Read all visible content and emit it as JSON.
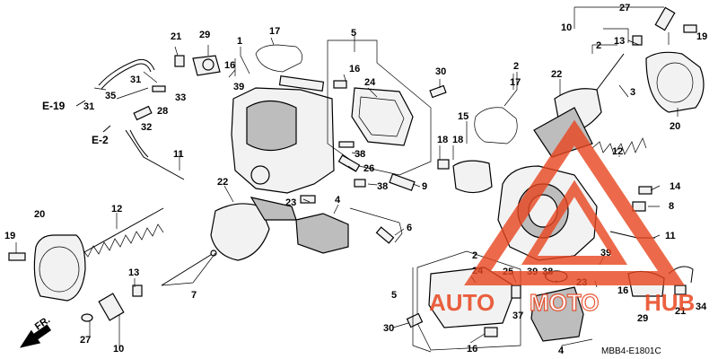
{
  "diagram_code": "MBB4-E1801C",
  "direction_label": "FR.",
  "watermark": {
    "text_auto": "AUTO",
    "text_moto": "MOTO",
    "text_hub": "HUB",
    "color": "#e8461f"
  },
  "reference_labels": [
    "E-19",
    "E-2"
  ],
  "callouts": [
    {
      "id": "c1",
      "text": "21"
    },
    {
      "id": "c2",
      "text": "29"
    },
    {
      "id": "c3",
      "text": "1"
    },
    {
      "id": "c4",
      "text": "17"
    },
    {
      "id": "c5",
      "text": "5"
    },
    {
      "id": "c6",
      "text": "16"
    },
    {
      "id": "c7",
      "text": "24"
    },
    {
      "id": "c8",
      "text": "30"
    },
    {
      "id": "c9",
      "text": "2"
    },
    {
      "id": "c10",
      "text": "17"
    },
    {
      "id": "c11",
      "text": "22"
    },
    {
      "id": "c12",
      "text": "27"
    },
    {
      "id": "c13",
      "text": "10"
    },
    {
      "id": "c14",
      "text": "2"
    },
    {
      "id": "c15",
      "text": "13"
    },
    {
      "id": "c16",
      "text": "19"
    },
    {
      "id": "c17",
      "text": "3"
    },
    {
      "id": "c18",
      "text": "20"
    },
    {
      "id": "c19",
      "text": "16"
    },
    {
      "id": "c20",
      "text": "31"
    },
    {
      "id": "c21",
      "text": "33"
    },
    {
      "id": "c22",
      "text": "39"
    },
    {
      "id": "c23",
      "text": "35"
    },
    {
      "id": "c24",
      "text": "31"
    },
    {
      "id": "c25",
      "text": "28"
    },
    {
      "id": "c26",
      "text": "32"
    },
    {
      "id": "c27",
      "text": "11"
    },
    {
      "id": "c28",
      "text": "15"
    },
    {
      "id": "c29",
      "text": "18"
    },
    {
      "id": "c30",
      "text": "18"
    },
    {
      "id": "c31",
      "text": "12"
    },
    {
      "id": "c32",
      "text": "38"
    },
    {
      "id": "c33",
      "text": "26"
    },
    {
      "id": "c34",
      "text": "38"
    },
    {
      "id": "c35",
      "text": "9"
    },
    {
      "id": "c36",
      "text": "22"
    },
    {
      "id": "c37",
      "text": "23"
    },
    {
      "id": "c38",
      "text": "4"
    },
    {
      "id": "c39",
      "text": "6"
    },
    {
      "id": "c40",
      "text": "14"
    },
    {
      "id": "c41",
      "text": "8"
    },
    {
      "id": "c42",
      "text": "11"
    },
    {
      "id": "c43",
      "text": "20"
    },
    {
      "id": "c44",
      "text": "12"
    },
    {
      "id": "c45",
      "text": "19"
    },
    {
      "id": "c46",
      "text": "13"
    },
    {
      "id": "c47",
      "text": "7"
    },
    {
      "id": "c48",
      "text": "2"
    },
    {
      "id": "c49",
      "text": "24"
    },
    {
      "id": "c50",
      "text": "25"
    },
    {
      "id": "c51",
      "text": "39"
    },
    {
      "id": "c52",
      "text": "38"
    },
    {
      "id": "c53",
      "text": "23"
    },
    {
      "id": "c54",
      "text": "39"
    },
    {
      "id": "c55",
      "text": "16"
    },
    {
      "id": "c56",
      "text": "5"
    },
    {
      "id": "c57",
      "text": "37"
    },
    {
      "id": "c58",
      "text": "21"
    },
    {
      "id": "c59",
      "text": "34"
    },
    {
      "id": "c60",
      "text": "29"
    },
    {
      "id": "c61",
      "text": "30"
    },
    {
      "id": "c62",
      "text": "16"
    },
    {
      "id": "c63",
      "text": "4"
    },
    {
      "id": "c64",
      "text": "27"
    },
    {
      "id": "c65",
      "text": "10"
    }
  ]
}
